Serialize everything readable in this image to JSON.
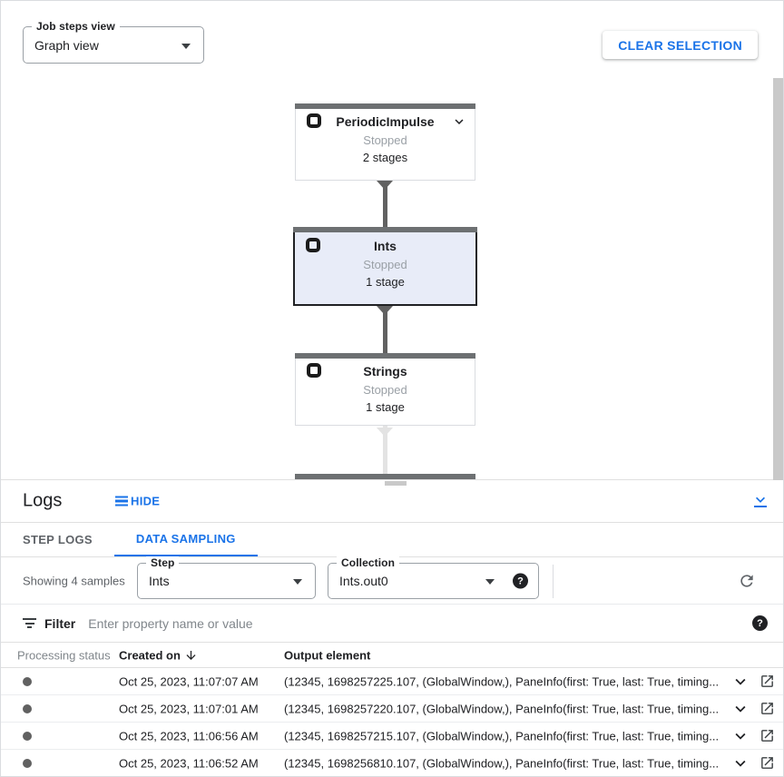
{
  "graph_section": {
    "job_steps_view": {
      "label": "Job steps view",
      "value": "Graph view"
    },
    "clear_selection_label": "CLEAR SELECTION",
    "nodes": [
      {
        "name": "PeriodicImpulse",
        "status": "Stopped",
        "stages": "2 stages",
        "selected": false
      },
      {
        "name": "Ints",
        "status": "Stopped",
        "stages": "1 stage",
        "selected": true
      },
      {
        "name": "Strings",
        "status": "Stopped",
        "stages": "1 stage",
        "selected": false
      }
    ]
  },
  "logs_panel": {
    "title": "Logs",
    "hide_label": "HIDE",
    "tabs": [
      {
        "label": "STEP LOGS",
        "active": false
      },
      {
        "label": "DATA SAMPLING",
        "active": true
      }
    ],
    "sampling": {
      "showing_text": "Showing 4 samples",
      "step": {
        "label": "Step",
        "value": "Ints"
      },
      "collection": {
        "label": "Collection",
        "value": "Ints.out0"
      },
      "help_glyph": "?"
    },
    "filter": {
      "label": "Filter",
      "placeholder": "Enter property name or value",
      "help_glyph": "?"
    },
    "table": {
      "columns": {
        "status": "Processing status",
        "created": "Created on",
        "output": "Output element"
      },
      "rows": [
        {
          "created_on": "Oct 25, 2023, 11:07:07 AM",
          "output_element": "(12345, 1698257225.107, (GlobalWindow,), PaneInfo(first: True, last: True, timing..."
        },
        {
          "created_on": "Oct 25, 2023, 11:07:01 AM",
          "output_element": "(12345, 1698257220.107, (GlobalWindow,), PaneInfo(first: True, last: True, timing..."
        },
        {
          "created_on": "Oct 25, 2023, 11:06:56 AM",
          "output_element": "(12345, 1698257215.107, (GlobalWindow,), PaneInfo(first: True, last: True, timing..."
        },
        {
          "created_on": "Oct 25, 2023, 11:06:52 AM",
          "output_element": "(12345, 1698256810.107, (GlobalWindow,), PaneInfo(first: True, last: True, timing..."
        }
      ]
    }
  },
  "icons": {
    "caret-down-icon": "filled triangle",
    "transform-icon": "thick rounded-square ring",
    "chevron-down-icon": "v chevron",
    "hide-logs-icon": "three horizontal bars",
    "collapse-panel-icon": "chevron over underline",
    "help-icon": "dark circle with ?",
    "refresh-icon": "circular arrow",
    "filter-icon": "funnel lines",
    "sort-descending-icon": "downward arrow",
    "open-in-new-icon": "box with outgoing arrow",
    "processing-status-dot": "gray dot"
  },
  "colors": {
    "accent_blue": "#1a73e8",
    "selected_node_bg": "#e8ecf8",
    "node_top_bar": "#6d7072",
    "edge_dark": "#616161",
    "edge_light": "#e3e3e3",
    "status_text": "#9aa0a6",
    "muted_text": "#5f6368",
    "border": "#e0e0e0"
  }
}
